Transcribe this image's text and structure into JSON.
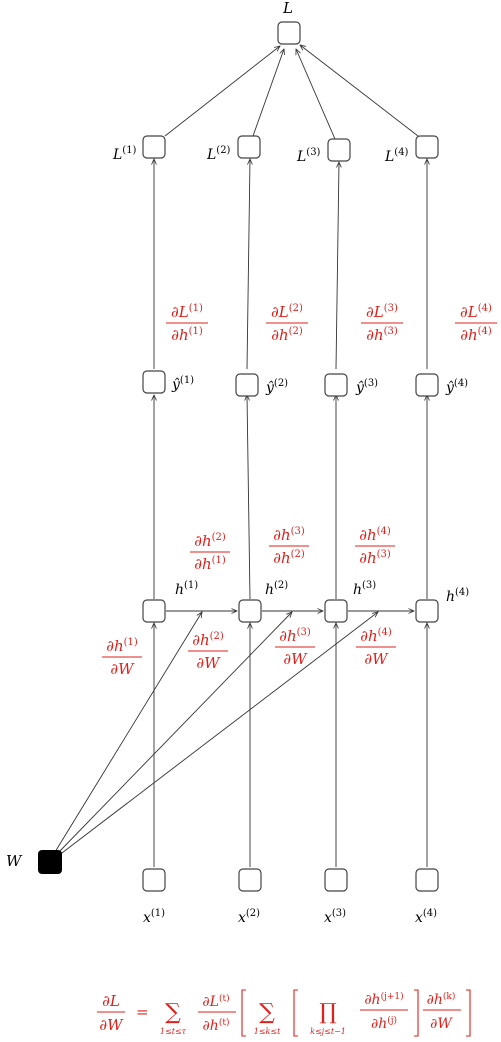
{
  "colors": {
    "gradient": "#e0201b",
    "edge": "#333333",
    "node_border": "#444444",
    "weight_node": "#000000"
  },
  "nodes": {
    "loss_total": {
      "label": "L"
    },
    "weight": {
      "label": "W"
    },
    "loss": [
      {
        "base": "L",
        "sup": "(1)"
      },
      {
        "base": "L",
        "sup": "(2)"
      },
      {
        "base": "L",
        "sup": "(3)"
      },
      {
        "base": "L",
        "sup": "(4)"
      }
    ],
    "output": [
      {
        "base": "ŷ",
        "sup": "(1)"
      },
      {
        "base": "ŷ",
        "sup": "(2)"
      },
      {
        "base": "ŷ",
        "sup": "(3)"
      },
      {
        "base": "ŷ",
        "sup": "(4)"
      }
    ],
    "hidden": [
      {
        "base": "h",
        "sup": "(1)"
      },
      {
        "base": "h",
        "sup": "(2)"
      },
      {
        "base": "h",
        "sup": "(3)"
      },
      {
        "base": "h",
        "sup": "(4)"
      }
    ],
    "input": [
      {
        "base": "x",
        "sup": "(1)"
      },
      {
        "base": "x",
        "sup": "(2)"
      },
      {
        "base": "x",
        "sup": "(3)"
      },
      {
        "base": "x",
        "sup": "(4)"
      }
    ]
  },
  "gradients": {
    "loss_hidden": [
      {
        "num": "∂L",
        "num_sup": "(1)",
        "den": "∂h",
        "den_sup": "(1)"
      },
      {
        "num": "∂L",
        "num_sup": "(2)",
        "den": "∂h",
        "den_sup": "(2)"
      },
      {
        "num": "∂L",
        "num_sup": "(3)",
        "den": "∂h",
        "den_sup": "(3)"
      },
      {
        "num": "∂L",
        "num_sup": "(4)",
        "den": "∂h",
        "den_sup": "(4)"
      }
    ],
    "hidden_hidden": [
      {
        "num": "∂h",
        "num_sup": "(2)",
        "den": "∂h",
        "den_sup": "(1)"
      },
      {
        "num": "∂h",
        "num_sup": "(3)",
        "den": "∂h",
        "den_sup": "(2)"
      },
      {
        "num": "∂h",
        "num_sup": "(4)",
        "den": "∂h",
        "den_sup": "(3)"
      }
    ],
    "hidden_weight": [
      {
        "num": "∂h",
        "num_sup": "(1)",
        "den": "∂W",
        "den_sup": ""
      },
      {
        "num": "∂h",
        "num_sup": "(2)",
        "den": "∂W",
        "den_sup": ""
      },
      {
        "num": "∂h",
        "num_sup": "(3)",
        "den": "∂W",
        "den_sup": ""
      },
      {
        "num": "∂h",
        "num_sup": "(4)",
        "den": "∂W",
        "den_sup": ""
      }
    ]
  },
  "formula": {
    "lhs_num": "∂L",
    "lhs_den": "∂W",
    "equals": "=",
    "sum_symbol": "∑",
    "sum1_range": "1≤t≤τ",
    "loss_num": "∂L",
    "loss_num_sup": "(t)",
    "loss_den": "∂h",
    "loss_den_sup": "(t)",
    "sum2_range": "1≤k≤t",
    "prod_symbol": "∏",
    "prod_range": "k≤j≤t−1",
    "trans_num": "∂h",
    "trans_num_sup": "(j+1)",
    "trans_den": "∂h",
    "trans_den_sup": "(j)",
    "w_num": "∂h",
    "w_num_sup": "(k)",
    "w_den": "∂W"
  }
}
